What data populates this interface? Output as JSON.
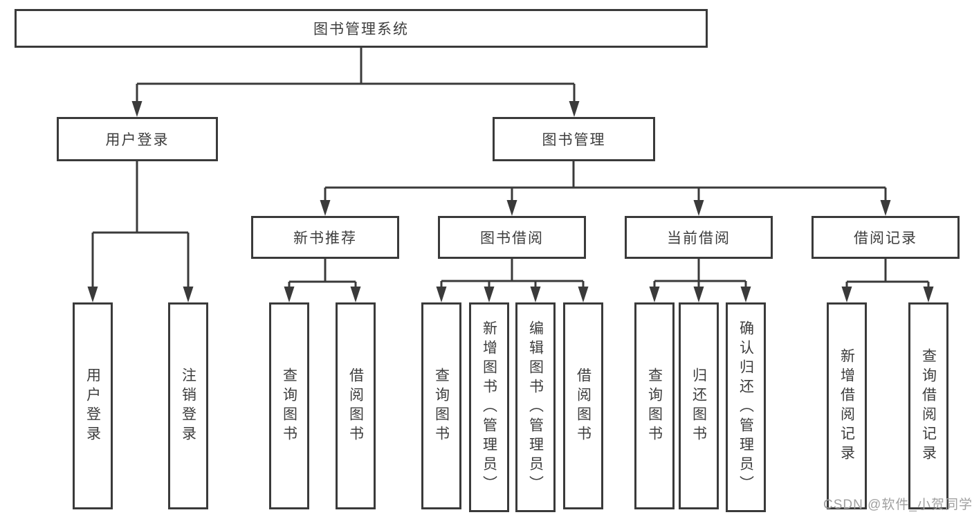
{
  "diagram": {
    "type": "hierarchy-flowchart",
    "colors": {
      "line": "#3a3a3a",
      "text": "#3d3d3d",
      "background": "#ffffff",
      "watermark": "#a0a0a0"
    },
    "watermark": "CSDN @软件_小贺同学",
    "tree": {
      "root": {
        "label": "图书管理系统",
        "children": [
          {
            "label": "用户登录",
            "children": [
              {
                "label": "用户登录"
              },
              {
                "label": "注销登录"
              }
            ]
          },
          {
            "label": "图书管理",
            "children": [
              {
                "label": "新书推荐",
                "children": [
                  {
                    "label": "查询图书"
                  },
                  {
                    "label": "借阅图书"
                  }
                ]
              },
              {
                "label": "图书借阅",
                "children": [
                  {
                    "label": "查询图书"
                  },
                  {
                    "label": "新增图书（管理员）"
                  },
                  {
                    "label": "编辑图书（管理员）"
                  },
                  {
                    "label": "借阅图书"
                  }
                ]
              },
              {
                "label": "当前借阅",
                "children": [
                  {
                    "label": "查询图书"
                  },
                  {
                    "label": "归还图书"
                  },
                  {
                    "label": "确认归还（管理员）"
                  }
                ]
              },
              {
                "label": "借阅记录",
                "children": [
                  {
                    "label": "新增借阅记录"
                  },
                  {
                    "label": "查询借阅记录"
                  }
                ]
              }
            ]
          }
        ]
      }
    }
  }
}
